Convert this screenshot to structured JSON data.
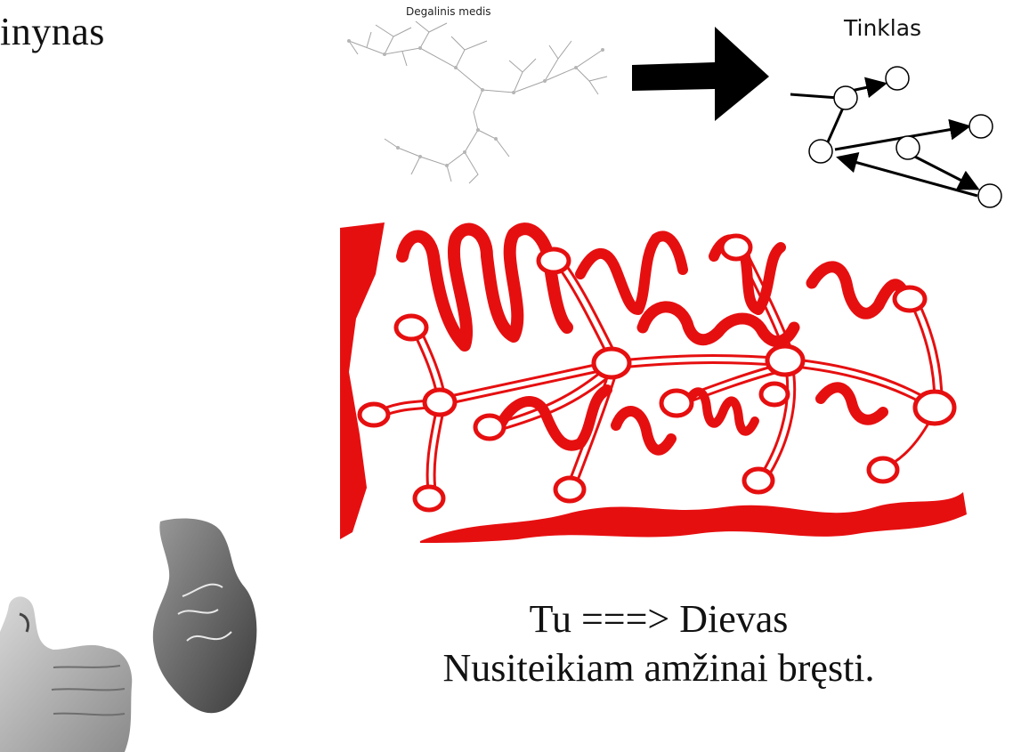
{
  "slide": {
    "title_fragment": "inynas"
  },
  "diagram": {
    "tree_label": "Degalinis medis",
    "network_label": "Tinklas",
    "arrow_color": "#000000",
    "drawing_color": "#e60f10"
  },
  "caption": {
    "line1": "Tu ===> Dievas",
    "line2": "Nusiteikiam amžinai bręsti."
  }
}
